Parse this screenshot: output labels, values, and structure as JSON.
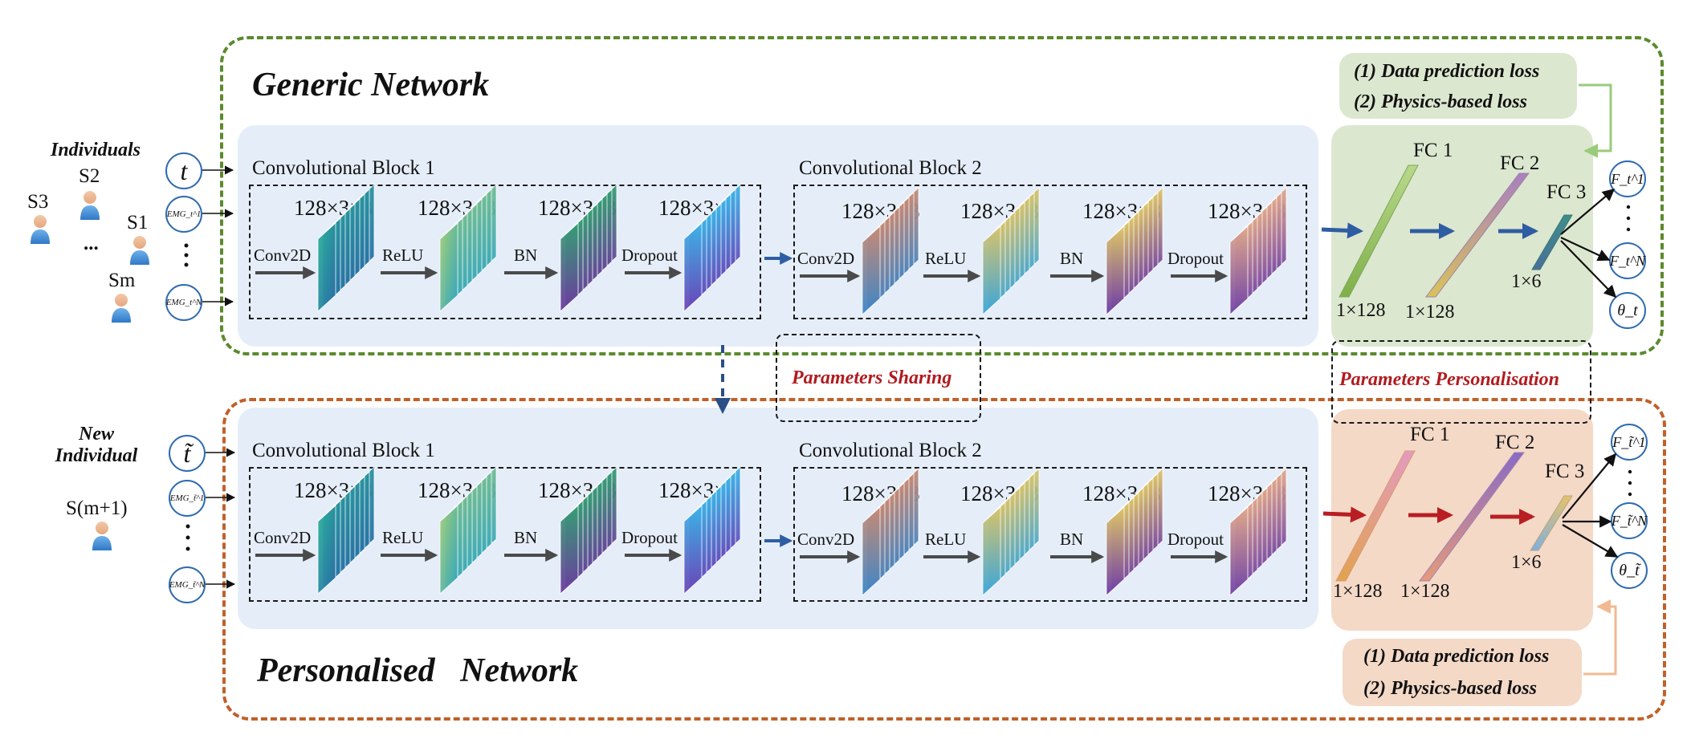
{
  "generic": {
    "title": "Generic Network",
    "individuals_label": "Individuals",
    "subjects": [
      "S3",
      "S2",
      "S1",
      "...",
      "Sm"
    ],
    "inputs": [
      "t",
      "EMG_t^1",
      "EMG_t^N"
    ],
    "block1_label": "Convolutional Block 1",
    "block2_label": "Convolutional Block 2",
    "loss1": "(1) Data prediction loss",
    "loss2": "(2) Physics-based loss",
    "outputs": [
      "F_t^1",
      "F_t^N",
      "θ_t"
    ]
  },
  "personalised": {
    "title": "Personalised   Network",
    "individuals_label": "New Individual",
    "subject": "S(m+1)",
    "inputs": [
      "t̃",
      "EMG_t̃^1",
      "EMG_t̃^N"
    ],
    "block1_label": "Convolutional Block 1",
    "block2_label": "Convolutional Block 2",
    "loss1": "(1) Data prediction loss",
    "loss2": "(2) Physics-based loss",
    "outputs": [
      "F_t̃^1",
      "F_t̃^N",
      "θ_t̃"
    ]
  },
  "layers": {
    "dim": "128×3×3",
    "ops": [
      "Conv2D",
      "ReLU",
      "BN",
      "Dropout"
    ]
  },
  "fc": {
    "labels": [
      "FC 1",
      "FC 2",
      "FC 3"
    ],
    "dims": [
      "1×128",
      "1×128",
      "1×6"
    ]
  },
  "sharing_label": "Parameters Sharing",
  "personalisation_label": "Parameters Personalisation",
  "colors": {
    "generic_border": "#5b8a2e",
    "personal_border": "#c0602a",
    "highlight_text": "#b01c20",
    "panel_blue": "#e5eef8"
  }
}
